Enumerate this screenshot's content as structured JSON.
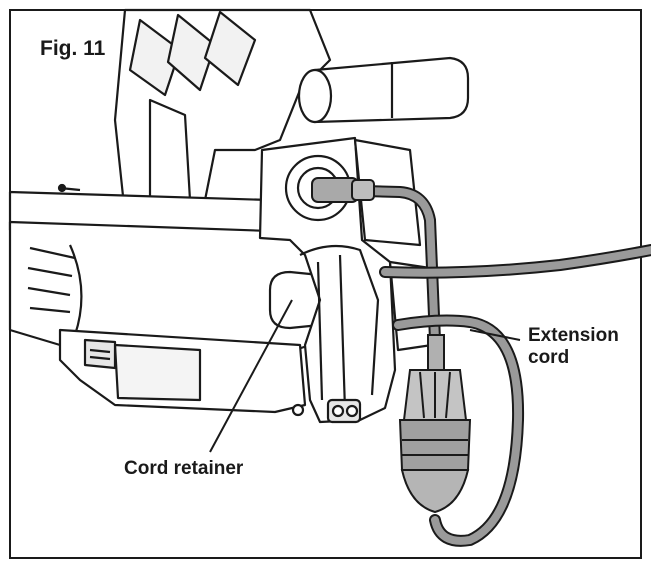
{
  "figure": {
    "label": "Fig. 11"
  },
  "callouts": {
    "extension_cord": "Extension\ncord",
    "cord_retainer": "Cord retainer"
  },
  "colors": {
    "line": "#1a1a1a",
    "cord": "#8c8c8c",
    "plug": "#a9a9a9",
    "background": "#ffffff"
  }
}
